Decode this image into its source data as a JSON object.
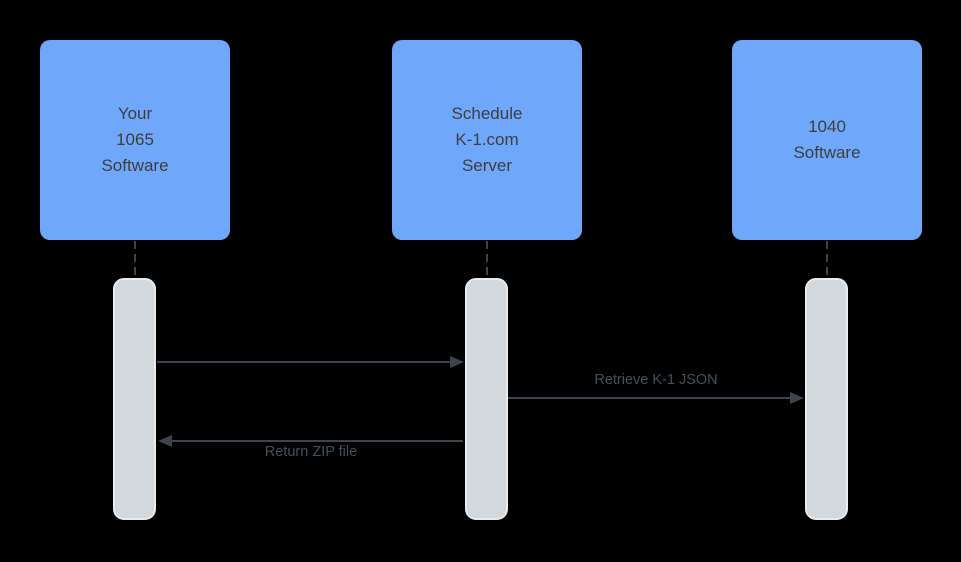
{
  "canvas": {
    "background": "#000000"
  },
  "actors": [
    {
      "id": "your-1065-software",
      "label": "Your\n1065\nSoftware"
    },
    {
      "id": "schedule-k1-com-server",
      "label": "Schedule\nK-1.com\nServer"
    },
    {
      "id": "1040-software",
      "label": "1040\nSoftware"
    }
  ],
  "messages": [
    {
      "from": "your-1065-software",
      "to": "schedule-k1-com-server",
      "label": "",
      "direction": "right"
    },
    {
      "from": "schedule-k1-com-server",
      "to": "1040-software",
      "label": "Retrieve K-1 JSON",
      "direction": "right",
      "label_position": "above"
    },
    {
      "from": "schedule-k1-com-server",
      "to": "your-1065-software",
      "label": "Return ZIP file",
      "direction": "left",
      "label_position": "below"
    }
  ],
  "colors": {
    "actor_fill": "#6fa8fa",
    "actor_text": "#3e3e3e",
    "activation_fill": "#d3d8dd",
    "activation_border": "#e9ecee",
    "arrow": "#3d4450",
    "message_label_text": "#42505c",
    "background": "#000000"
  }
}
